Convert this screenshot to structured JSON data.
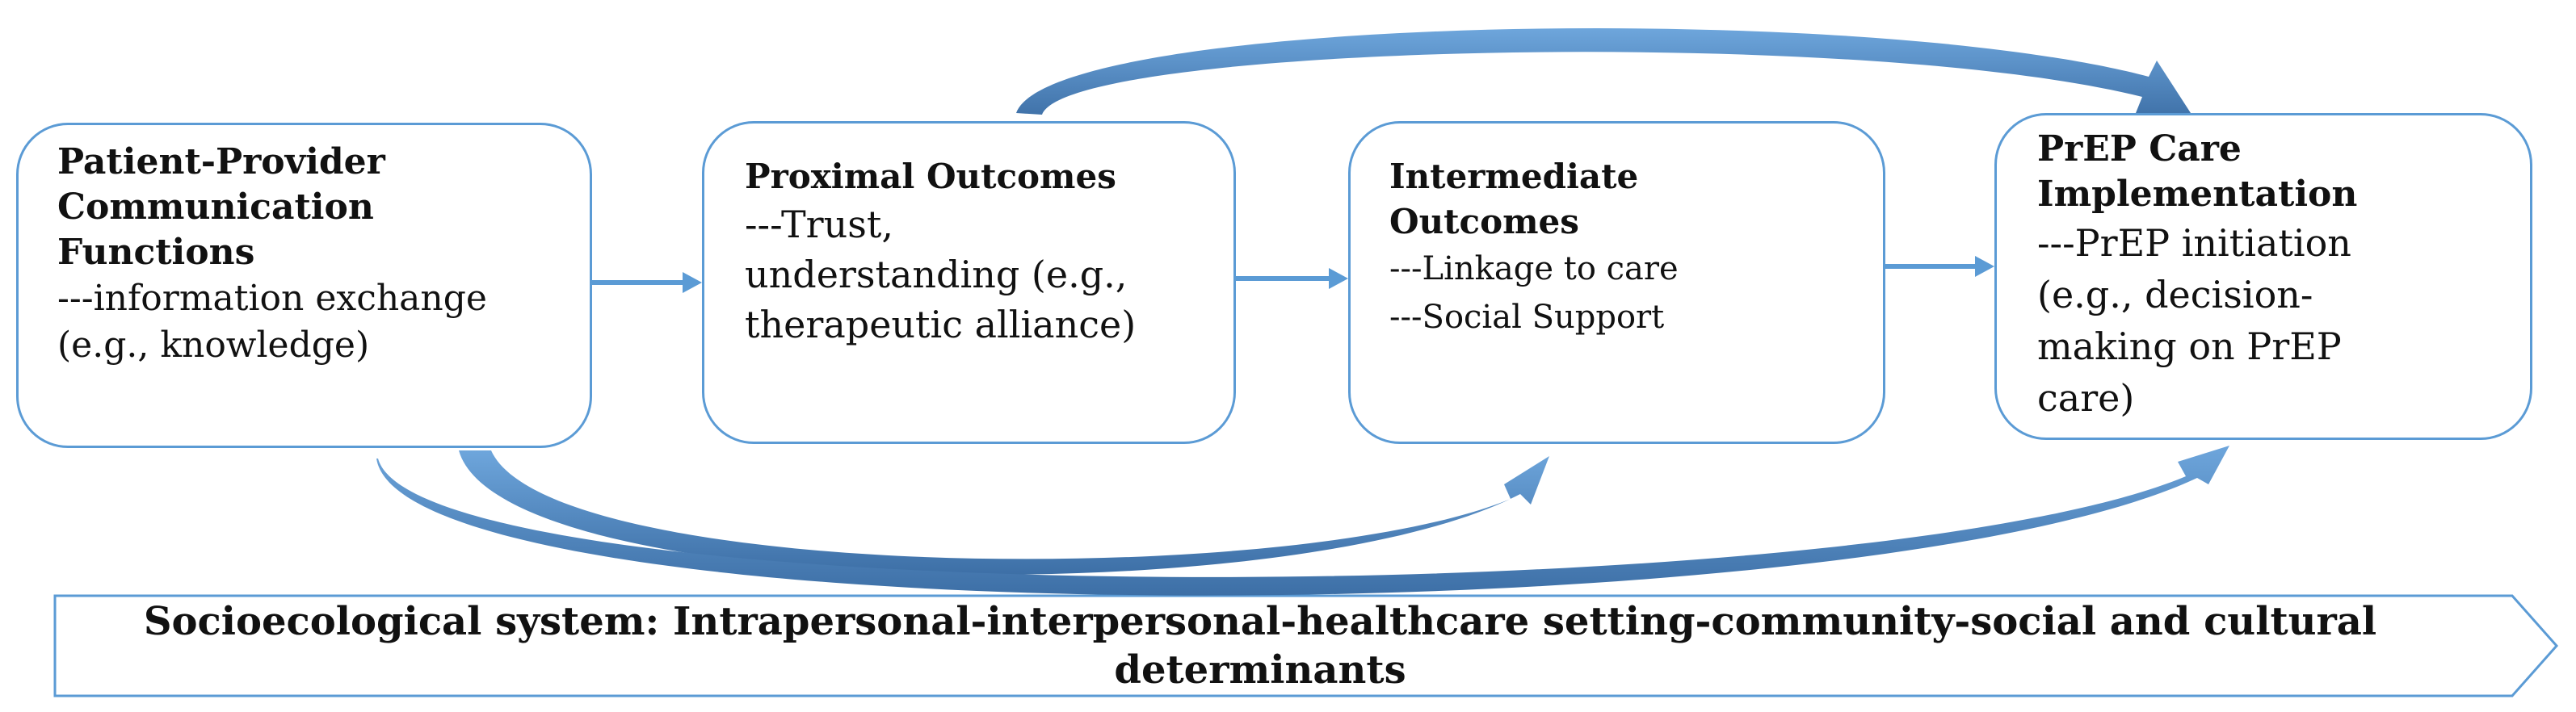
{
  "boxes": {
    "communication": {
      "title_lines": [
        "Patient-Provider",
        "Communication",
        "Functions"
      ],
      "body_lines": [
        "---information exchange",
        "(e.g., knowledge)"
      ]
    },
    "proximal": {
      "title_lines": [
        "Proximal Outcomes"
      ],
      "body_lines": [
        "---Trust,",
        "understanding (e.g.,",
        "therapeutic alliance)"
      ]
    },
    "intermediate": {
      "title_lines": [
        "Intermediate",
        "Outcomes"
      ],
      "body_lines": [
        "---Linkage to care",
        "---Social Support"
      ]
    },
    "prep": {
      "title_lines": [
        "PrEP Care",
        "Implementation"
      ],
      "body_lines": [
        "---PrEP initiation",
        "(e.g., decision-",
        "making on PrEP",
        "care)"
      ]
    }
  },
  "footer": {
    "lines": [
      "Socioecological system: Intrapersonal-interpersonal-healthcare setting-community-social and cultural",
      "determinants"
    ]
  },
  "colors": {
    "accent": "#5b9bd5",
    "accent_dark": "#3d6fa6",
    "text": "#111111"
  }
}
